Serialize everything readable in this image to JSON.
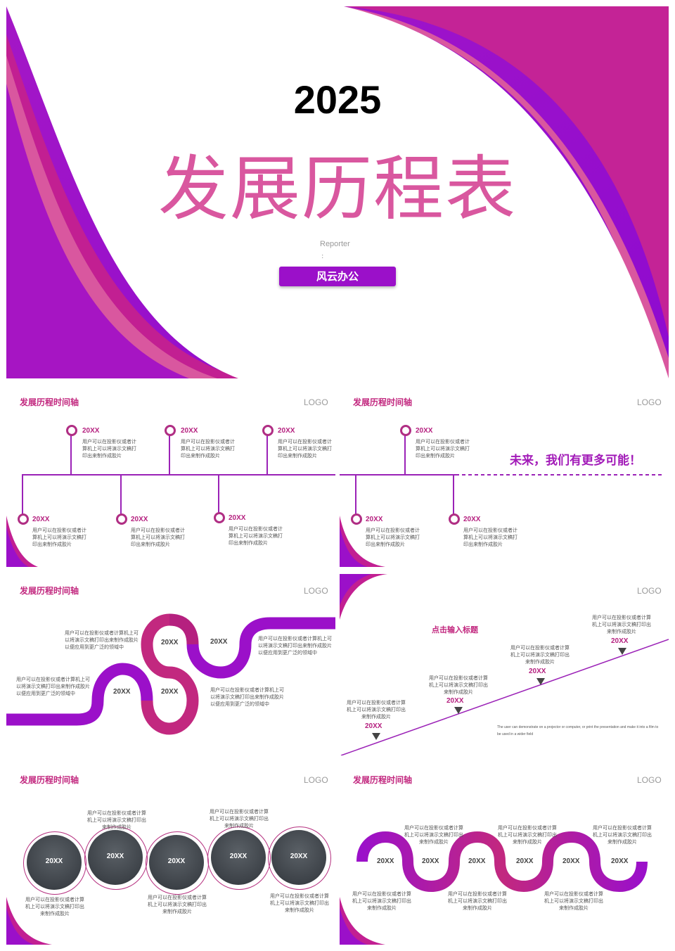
{
  "cover": {
    "year": "2025",
    "title": "发展历程表",
    "reporter": "Reporter",
    "colon": ":",
    "button": "风云办公"
  },
  "common": {
    "title": "发展历程时间轴",
    "logo": "LOGO"
  },
  "item_year": "20XX",
  "short_desc": "用户可以在投影仪或者计算机上可以将演示文稿打印出来制作成胶片",
  "long_desc": "用户可以在投影仪或者计算机上可以将演示文稿打印出来制作成胶片以便应用到更广泛的领域中",
  "future_text": "未来，我们有更多可能！",
  "slide4": {
    "heading": "点击输入标题",
    "english": "The user can demonstrate on a projector or computer, or print the presentation and make it into a film to be used in a wider field"
  },
  "colors": {
    "purple": "#9b10c9",
    "magenta": "#c2287f",
    "pink": "#d3579b"
  }
}
